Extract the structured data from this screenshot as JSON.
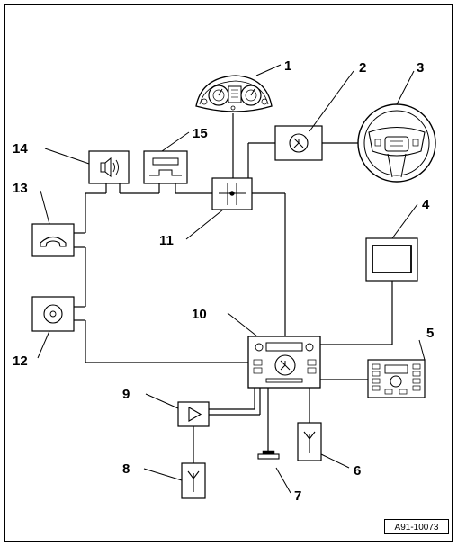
{
  "diagram": {
    "reference": "A91-10073",
    "callouts": [
      {
        "id": "1",
        "component": "instrument-cluster"
      },
      {
        "id": "2",
        "component": "steering-column-module"
      },
      {
        "id": "3",
        "component": "steering-wheel"
      },
      {
        "id": "4",
        "component": "display-unit"
      },
      {
        "id": "5",
        "component": "control-panel"
      },
      {
        "id": "6",
        "component": "antenna"
      },
      {
        "id": "7",
        "component": "microphone"
      },
      {
        "id": "8",
        "component": "antenna"
      },
      {
        "id": "9",
        "component": "amplifier"
      },
      {
        "id": "10",
        "component": "radio-head-unit"
      },
      {
        "id": "11",
        "component": "data-bus-gateway"
      },
      {
        "id": "12",
        "component": "cd-changer"
      },
      {
        "id": "13",
        "component": "telephone"
      },
      {
        "id": "14",
        "component": "speaker-unit"
      },
      {
        "id": "15",
        "component": "tuner"
      }
    ]
  }
}
